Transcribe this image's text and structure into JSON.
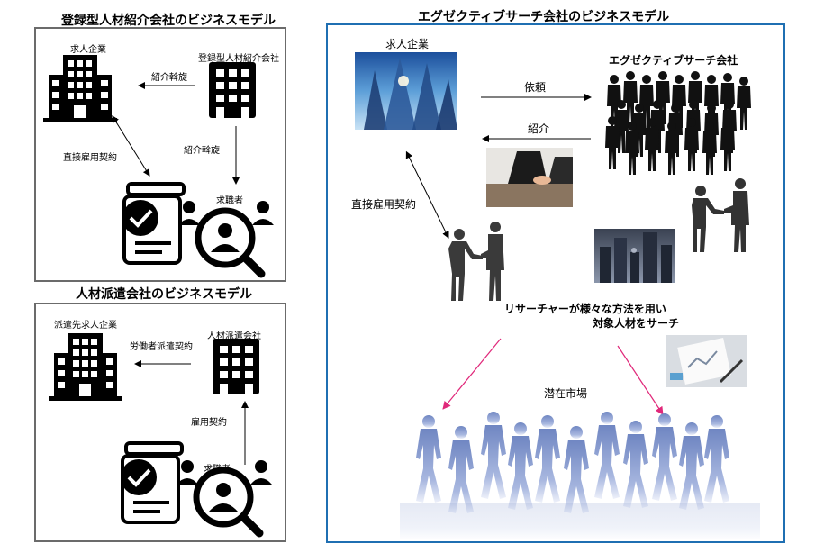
{
  "registered": {
    "title": "登録型人材紹介会社のビジネスモデル",
    "company_label": "求人企業",
    "agency_label": "登録型人材紹介会社",
    "arrow_top_label": "紹介斡旋",
    "arrow_down_label": "紹介斡旋",
    "contract_label": "直接雇用契約",
    "seeker_label": "求職者"
  },
  "dispatch": {
    "title": "人材派遣会社のビジネスモデル",
    "company_label": "派遣先求人企業",
    "agency_label": "人材派遣会社",
    "arrow_top_label": "労働者派遣契約",
    "contract_label": "雇用契約",
    "seeker_label": "求職者"
  },
  "executive": {
    "title": "エグゼクティブサーチ会社のビジネスモデル",
    "company_label": "求人企業",
    "search_firm_label": "エグゼクティブサーチ会社",
    "request_label": "依頼",
    "introduce_label": "紹介",
    "contract_label": "直接雇用契約",
    "research_line1": "リサーチャーが様々な方法を用い",
    "research_line2": "対象人材をサーチ",
    "market_label": "潜在市場"
  },
  "colors": {
    "panel_border_gray": "#6b6b6b",
    "panel_border_blue": "#1f6fb2",
    "pink_arrow": "#e0287a",
    "crowd_blue": "#7f93c8"
  }
}
